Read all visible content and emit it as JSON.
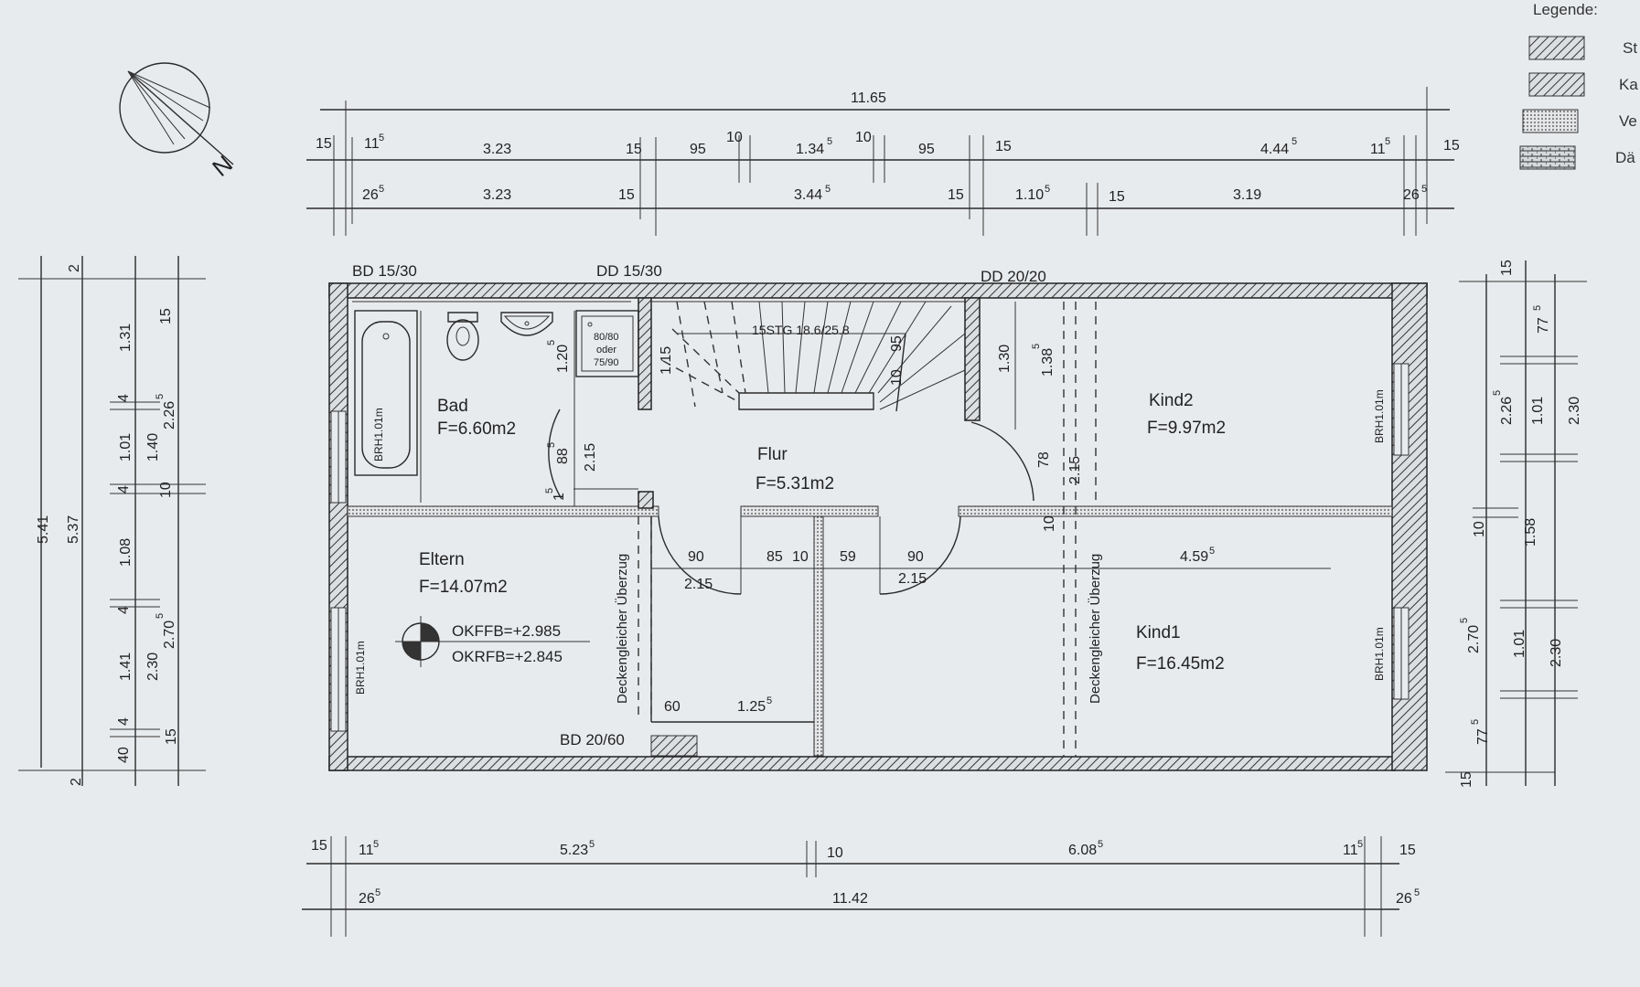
{
  "legend": {
    "title": "Legende:",
    "entries": [
      "St",
      "Ka",
      "Ve",
      "Dä"
    ]
  },
  "compass": {
    "north_letter": "N"
  },
  "beams": {
    "bd_top_left": "BD 15/30",
    "dd_top_mid": "DD 15/30",
    "dd_top_right": "DD 20/20",
    "bd_bottom": "BD 20/60"
  },
  "rooms": [
    {
      "id": "bad",
      "name": "Bad",
      "area": "F=6.60m2"
    },
    {
      "id": "flur",
      "name": "Flur",
      "area": "F=5.31m2"
    },
    {
      "id": "kind2",
      "name": "Kind2",
      "area": "F=9.97m2"
    },
    {
      "id": "eltern",
      "name": "Eltern",
      "area": "F=14.07m2"
    },
    {
      "id": "kind1",
      "name": "Kind1",
      "area": "F=16.45m2"
    }
  ],
  "levels": {
    "okffb": "OKFFB=+2.985",
    "okrfb": "OKRFB=+2.845"
  },
  "stair": {
    "label": "15STG 18.6/25.8"
  },
  "shower": {
    "line1": "80/80",
    "line2": "oder",
    "line3": "75/90"
  },
  "ceiling_note": "Deckengleicher Überzug",
  "brh": "BRH1.01m",
  "dims": {
    "top_total": "11.65",
    "top_row1": [
      {
        "v": "15",
        "s": ""
      },
      {
        "v": "11",
        "s": "5"
      },
      {
        "v": "3.23",
        "s": ""
      },
      {
        "v": "15",
        "s": ""
      },
      {
        "v": "95",
        "s": ""
      },
      {
        "v": "10",
        "s": ""
      },
      {
        "v": "1.34",
        "s": "5"
      },
      {
        "v": "10",
        "s": ""
      },
      {
        "v": "95",
        "s": ""
      },
      {
        "v": "15",
        "s": ""
      },
      {
        "v": "4.44",
        "s": "5"
      },
      {
        "v": "11",
        "s": "5"
      },
      {
        "v": "15",
        "s": ""
      }
    ],
    "top_row2": [
      {
        "v": "26",
        "s": "5"
      },
      {
        "v": "3.23",
        "s": ""
      },
      {
        "v": "15",
        "s": ""
      },
      {
        "v": "3.44",
        "s": "5"
      },
      {
        "v": "15",
        "s": ""
      },
      {
        "v": "1.10",
        "s": "5"
      },
      {
        "v": "15",
        "s": ""
      },
      {
        "v": "3.19",
        "s": ""
      },
      {
        "v": "26",
        "s": "5"
      }
    ],
    "bottom_row1": [
      {
        "v": "15",
        "s": ""
      },
      {
        "v": "11",
        "s": "5"
      },
      {
        "v": "5.23",
        "s": "5"
      },
      {
        "v": "10",
        "s": ""
      },
      {
        "v": "6.08",
        "s": "5"
      },
      {
        "v": "11",
        "s": "5"
      },
      {
        "v": "15",
        "s": ""
      }
    ],
    "bottom_row2": [
      {
        "v": "26",
        "s": "5"
      },
      {
        "v": "11.42",
        "s": ""
      },
      {
        "v": "26",
        "s": "5"
      }
    ],
    "left_total1": "5.41",
    "left_total2": "5.37",
    "left_row": [
      "2",
      "1.31",
      "4",
      "1.01",
      "4",
      "1.08",
      "4",
      "1.41",
      "4",
      "40",
      "2"
    ],
    "left_row2": [
      "15",
      "1.40",
      "10",
      "2.30",
      "15"
    ],
    "left_row2_sup": [
      {
        "v": "2.26",
        "s": "5"
      },
      {
        "v": "2.70",
        "s": "5"
      }
    ],
    "right_row": [
      "15",
      "77",
      "1.01",
      "1.58",
      "1.01",
      "77"
    ],
    "right_row_sup": [
      "5",
      "5"
    ],
    "right_outer": [
      {
        "v": "2.26",
        "s": "5"
      },
      {
        "v": "10",
        "s": ""
      },
      {
        "v": "2.70",
        "s": "5"
      },
      {
        "v": "15",
        "s": ""
      }
    ],
    "right_inner": [
      "2.30",
      "2.30"
    ],
    "interior": {
      "bad_1_20": "1.20",
      "bad_1_20_s": "5",
      "bad_88": "88",
      "bad_88_s": "5",
      "bad_2_15": "2.15",
      "bad_1_1": "1",
      "bad_1_1_s": "5",
      "stair_1_15": "1.15",
      "stair_95": "95",
      "stair_10": "10",
      "right_1_30": "1.30",
      "right_1_38": "1.38",
      "right_1_38_s": "5",
      "right_78": "78",
      "right_2_15": "2.15",
      "right_10": "10",
      "door_90a": "90",
      "door_2_15a": "2.15",
      "door_85": "85",
      "door_10": "10",
      "door_59": "59",
      "door_90b": "90",
      "door_2_15b": "2.15",
      "kind1_4_59": "4.59",
      "kind1_4_59_s": "5",
      "eltern_60": "60",
      "eltern_1_25": "1.25",
      "eltern_1_25_s": "5"
    }
  }
}
